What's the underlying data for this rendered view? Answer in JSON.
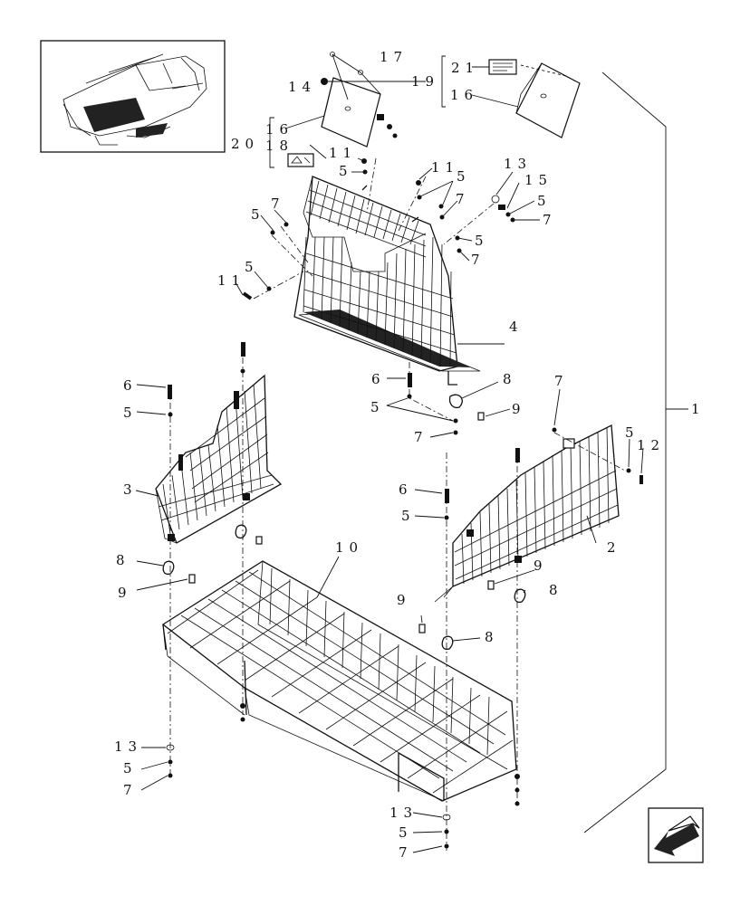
{
  "callouts": [
    {
      "id": "c1",
      "text": "1"
    },
    {
      "id": "c2",
      "text": "2"
    },
    {
      "id": "c3",
      "text": "3"
    },
    {
      "id": "c4",
      "text": "4"
    },
    {
      "id": "c5a",
      "text": "5"
    },
    {
      "id": "c5b",
      "text": "5"
    },
    {
      "id": "c5c",
      "text": "5"
    },
    {
      "id": "c5d",
      "text": "5"
    },
    {
      "id": "c5e",
      "text": "5"
    },
    {
      "id": "c5f",
      "text": "5"
    },
    {
      "id": "c5g",
      "text": "5"
    },
    {
      "id": "c5h",
      "text": "5"
    },
    {
      "id": "c5i",
      "text": "5"
    },
    {
      "id": "c5j",
      "text": "5"
    },
    {
      "id": "c5k",
      "text": "5"
    },
    {
      "id": "c5l",
      "text": "5"
    },
    {
      "id": "c6a",
      "text": "6"
    },
    {
      "id": "c6b",
      "text": "6"
    },
    {
      "id": "c6c",
      "text": "6"
    },
    {
      "id": "c7a",
      "text": "7"
    },
    {
      "id": "c7b",
      "text": "7"
    },
    {
      "id": "c7c",
      "text": "7"
    },
    {
      "id": "c7d",
      "text": "7"
    },
    {
      "id": "c7e",
      "text": "7"
    },
    {
      "id": "c7f",
      "text": "7"
    },
    {
      "id": "c7g",
      "text": "7"
    },
    {
      "id": "c7h",
      "text": "7"
    },
    {
      "id": "c8a",
      "text": "8"
    },
    {
      "id": "c8b",
      "text": "8"
    },
    {
      "id": "c8c",
      "text": "8"
    },
    {
      "id": "c8d",
      "text": "8"
    },
    {
      "id": "c9a",
      "text": "9"
    },
    {
      "id": "c9b",
      "text": "9"
    },
    {
      "id": "c9c",
      "text": "9"
    },
    {
      "id": "c9d",
      "text": "9"
    },
    {
      "id": "c10",
      "text": "10"
    },
    {
      "id": "c11a",
      "text": "11"
    },
    {
      "id": "c11b",
      "text": "11"
    },
    {
      "id": "c11c",
      "text": "11"
    },
    {
      "id": "c12",
      "text": "12"
    },
    {
      "id": "c13a",
      "text": "13"
    },
    {
      "id": "c13b",
      "text": "13"
    },
    {
      "id": "c13c",
      "text": "13"
    },
    {
      "id": "c14",
      "text": "14"
    },
    {
      "id": "c15",
      "text": "15"
    },
    {
      "id": "c16a",
      "text": "16"
    },
    {
      "id": "c16b",
      "text": "16"
    },
    {
      "id": "c17",
      "text": "17"
    },
    {
      "id": "c18",
      "text": "18"
    },
    {
      "id": "c19",
      "text": "19"
    },
    {
      "id": "c20",
      "text": "20"
    },
    {
      "id": "c21",
      "text": "21"
    }
  ],
  "colors": {
    "line": "#111111",
    "background": "#ffffff"
  },
  "icons": {
    "inset": "machine-overview-icon",
    "nav": "direction-arrow-icon"
  }
}
